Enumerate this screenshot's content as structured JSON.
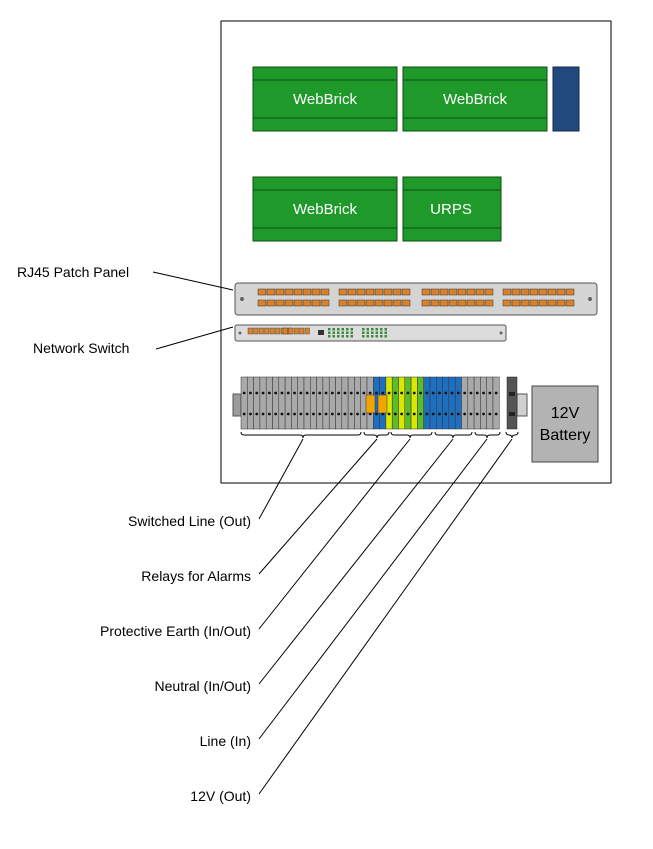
{
  "modules": {
    "webbrick_1": "WebBrick",
    "webbrick_2": "WebBrick",
    "webbrick_3": "WebBrick",
    "urps": "URPS",
    "battery_line1": "12V",
    "battery_line2": "Battery"
  },
  "callouts": {
    "patch_panel": "RJ45 Patch Panel",
    "network_switch": "Network Switch",
    "switched_line": "Switched Line (Out)",
    "relays": "Relays for Alarms",
    "protective_earth": "Protective Earth (In/Out)",
    "neutral": "Neutral (In/Out)",
    "line_in": "Line (In)",
    "twelve_v_out": "12V (Out)"
  },
  "colors": {
    "module_green": "#1f9a2a",
    "module_dark": "#0f6a18",
    "module_blue": "#22497e",
    "rail_grey": "#9c9c9c",
    "terminal_grey": "#a9a9a9",
    "relay_blue": "#1f6fc0",
    "relay_orange": "#f0a500",
    "earth_yellow": "#d8e800",
    "earth_green": "#5dbb2e",
    "neutral_blue": "#1f6fc0",
    "terminal_dark": "#555555",
    "battery_grey": "#b3b3b3",
    "jack_orange": "#d9822b"
  }
}
